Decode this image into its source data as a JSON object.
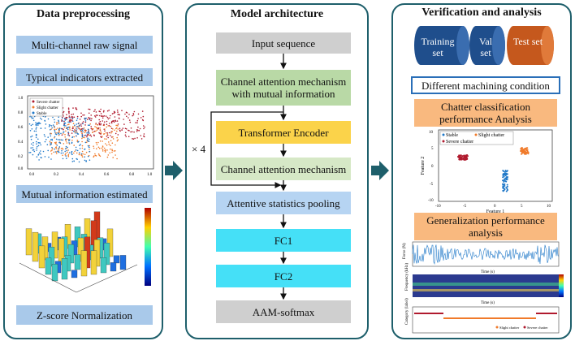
{
  "panels": {
    "left": {
      "title": "Data preprocessing",
      "steps": [
        "Multi-channel raw signal",
        "Typical  indicators extracted",
        "Mutual information estimated",
        "Z-score Normalization"
      ],
      "scatter_legend": [
        "Severe chatter",
        "Slight chatter",
        "Stable"
      ],
      "scatter_xticks": [
        "0.0",
        "0.2",
        "0.4",
        "0.6",
        "0.8",
        "1.0"
      ],
      "scatter_yticks": [
        "1.0",
        "0.8",
        "0.6",
        "0.4",
        "0.2",
        "0.0"
      ]
    },
    "middle": {
      "title": "Model architecture",
      "blocks": [
        "Input sequence",
        "Channel attention mechanism with mutual information",
        "Transformer Encoder",
        "Channel attention mechanism",
        "Attentive statistics pooling",
        "FC1",
        "FC2",
        "AAM-softmax"
      ],
      "repeat_label": "× 4"
    },
    "right": {
      "title": "Verification and analysis",
      "sets": [
        "Training set",
        "Val set",
        "Test set"
      ],
      "condition": "Different machining condition",
      "analysis1": "Chatter classification performance Analysis",
      "analysis2": "Generalization performance analysis",
      "tsne_legend": [
        "Stable",
        "Slight chatter",
        "Severe chatter"
      ],
      "tsne_xlabel": "Feature 1",
      "tsne_ylabel": "Feature 2",
      "tsne_xticks": [
        "-10",
        "-5",
        "0",
        "5",
        "10"
      ],
      "tsne_yticks": [
        "10",
        "5",
        "0",
        "-5",
        "-10"
      ],
      "ts_labels": [
        "Force (N)",
        "Frequency (kHz)",
        "Category (label)"
      ],
      "ts_time": "Time (s)",
      "ts_legend": [
        "Slight chatter",
        "Severe chatter"
      ]
    }
  },
  "colors": {
    "frame": "#1e5f6b",
    "stable": "#1f78c8",
    "slight": "#f07a2a",
    "severe": "#b01a2e",
    "cyl_blue": "#1f4e8c",
    "cyl_orange": "#c5581d"
  }
}
